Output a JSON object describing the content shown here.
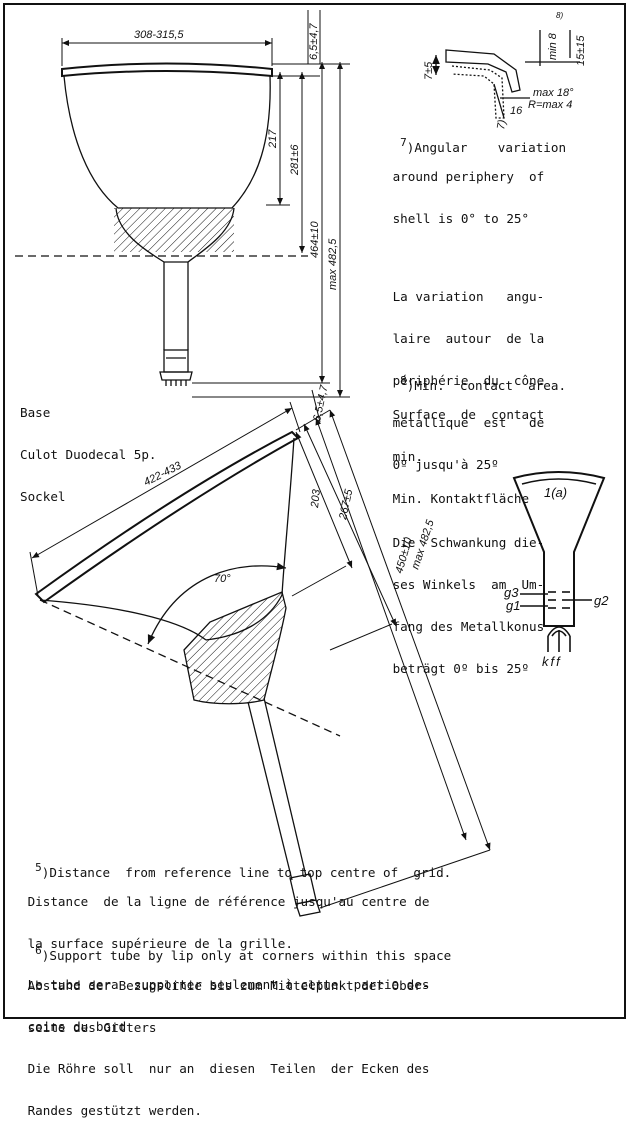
{
  "top_view": {
    "width_dim": "308-315,5",
    "lip_dim": "6,5±4,7",
    "dim_217": "217",
    "dim_281": "281±6",
    "dim_464": "464±10",
    "dim_max": "max 482,5"
  },
  "detail": {
    "dim_7": "7±5",
    "dim_min": "min 8",
    "dim_min_note": "8)",
    "dim_15": "15±15",
    "dim_max18": "max 18°",
    "dim_R": "R=max 4",
    "dim_16": "16",
    "dim_7b": "7)"
  },
  "note7": {
    "marker": "7",
    "en": [
      ")Angular    variation",
      " around periphery  of",
      " shell is 0° to 25°"
    ],
    "fr": [
      " La variation   angu-",
      " laire  autour  de la",
      " périphérie  du  cône",
      " métallique  est   de",
      " 0º jusqu'à 25º"
    ],
    "de": [
      " Die  Schwankung die-",
      " ses Winkels  am  Um-",
      " fang des Metallkonus",
      " beträgt 0º bis 25º"
    ]
  },
  "note8": {
    "marker": "8",
    "lines": [
      ")Min.  contact  area.",
      " Surface  de  contact",
      " min.",
      " Min. Kontaktfläche"
    ]
  },
  "base_label": [
    "Base",
    "Culot Duodecal 5p.",
    "Sockel"
  ],
  "side_view": {
    "dim_422": "422-433",
    "dim_70": "70°",
    "dim_203": "203",
    "dim_267": "267±5",
    "dim_450": "450±10",
    "dim_max": "max 482,5",
    "dim_lip": "6,5±4,7"
  },
  "pin_diagram": {
    "label_top": "1(a)",
    "g3": "g3",
    "g1": "g1",
    "g2": "g2",
    "kff": "kff"
  },
  "note5": {
    "marker": "5",
    "lines": [
      ")Distance  from reference line to top centre of  grid.",
      " Distance  de la ligne de référence jusqu'au centre de",
      " la surface supérieure de la grille.",
      " Abstand der Bezugslinie bis zum Mittelpunkt der Ober-",
      " seite des Gitters"
    ]
  },
  "note6": {
    "marker": "6",
    "lines": [
      ")Support tube by lip only at corners within this space",
      " Le tube sera  supporter seulement à cette  partie des",
      " coins du bord",
      " Die Röhre soll  nur an  diesen  Teilen  der Ecken des",
      " Randes gestützt werden."
    ]
  }
}
